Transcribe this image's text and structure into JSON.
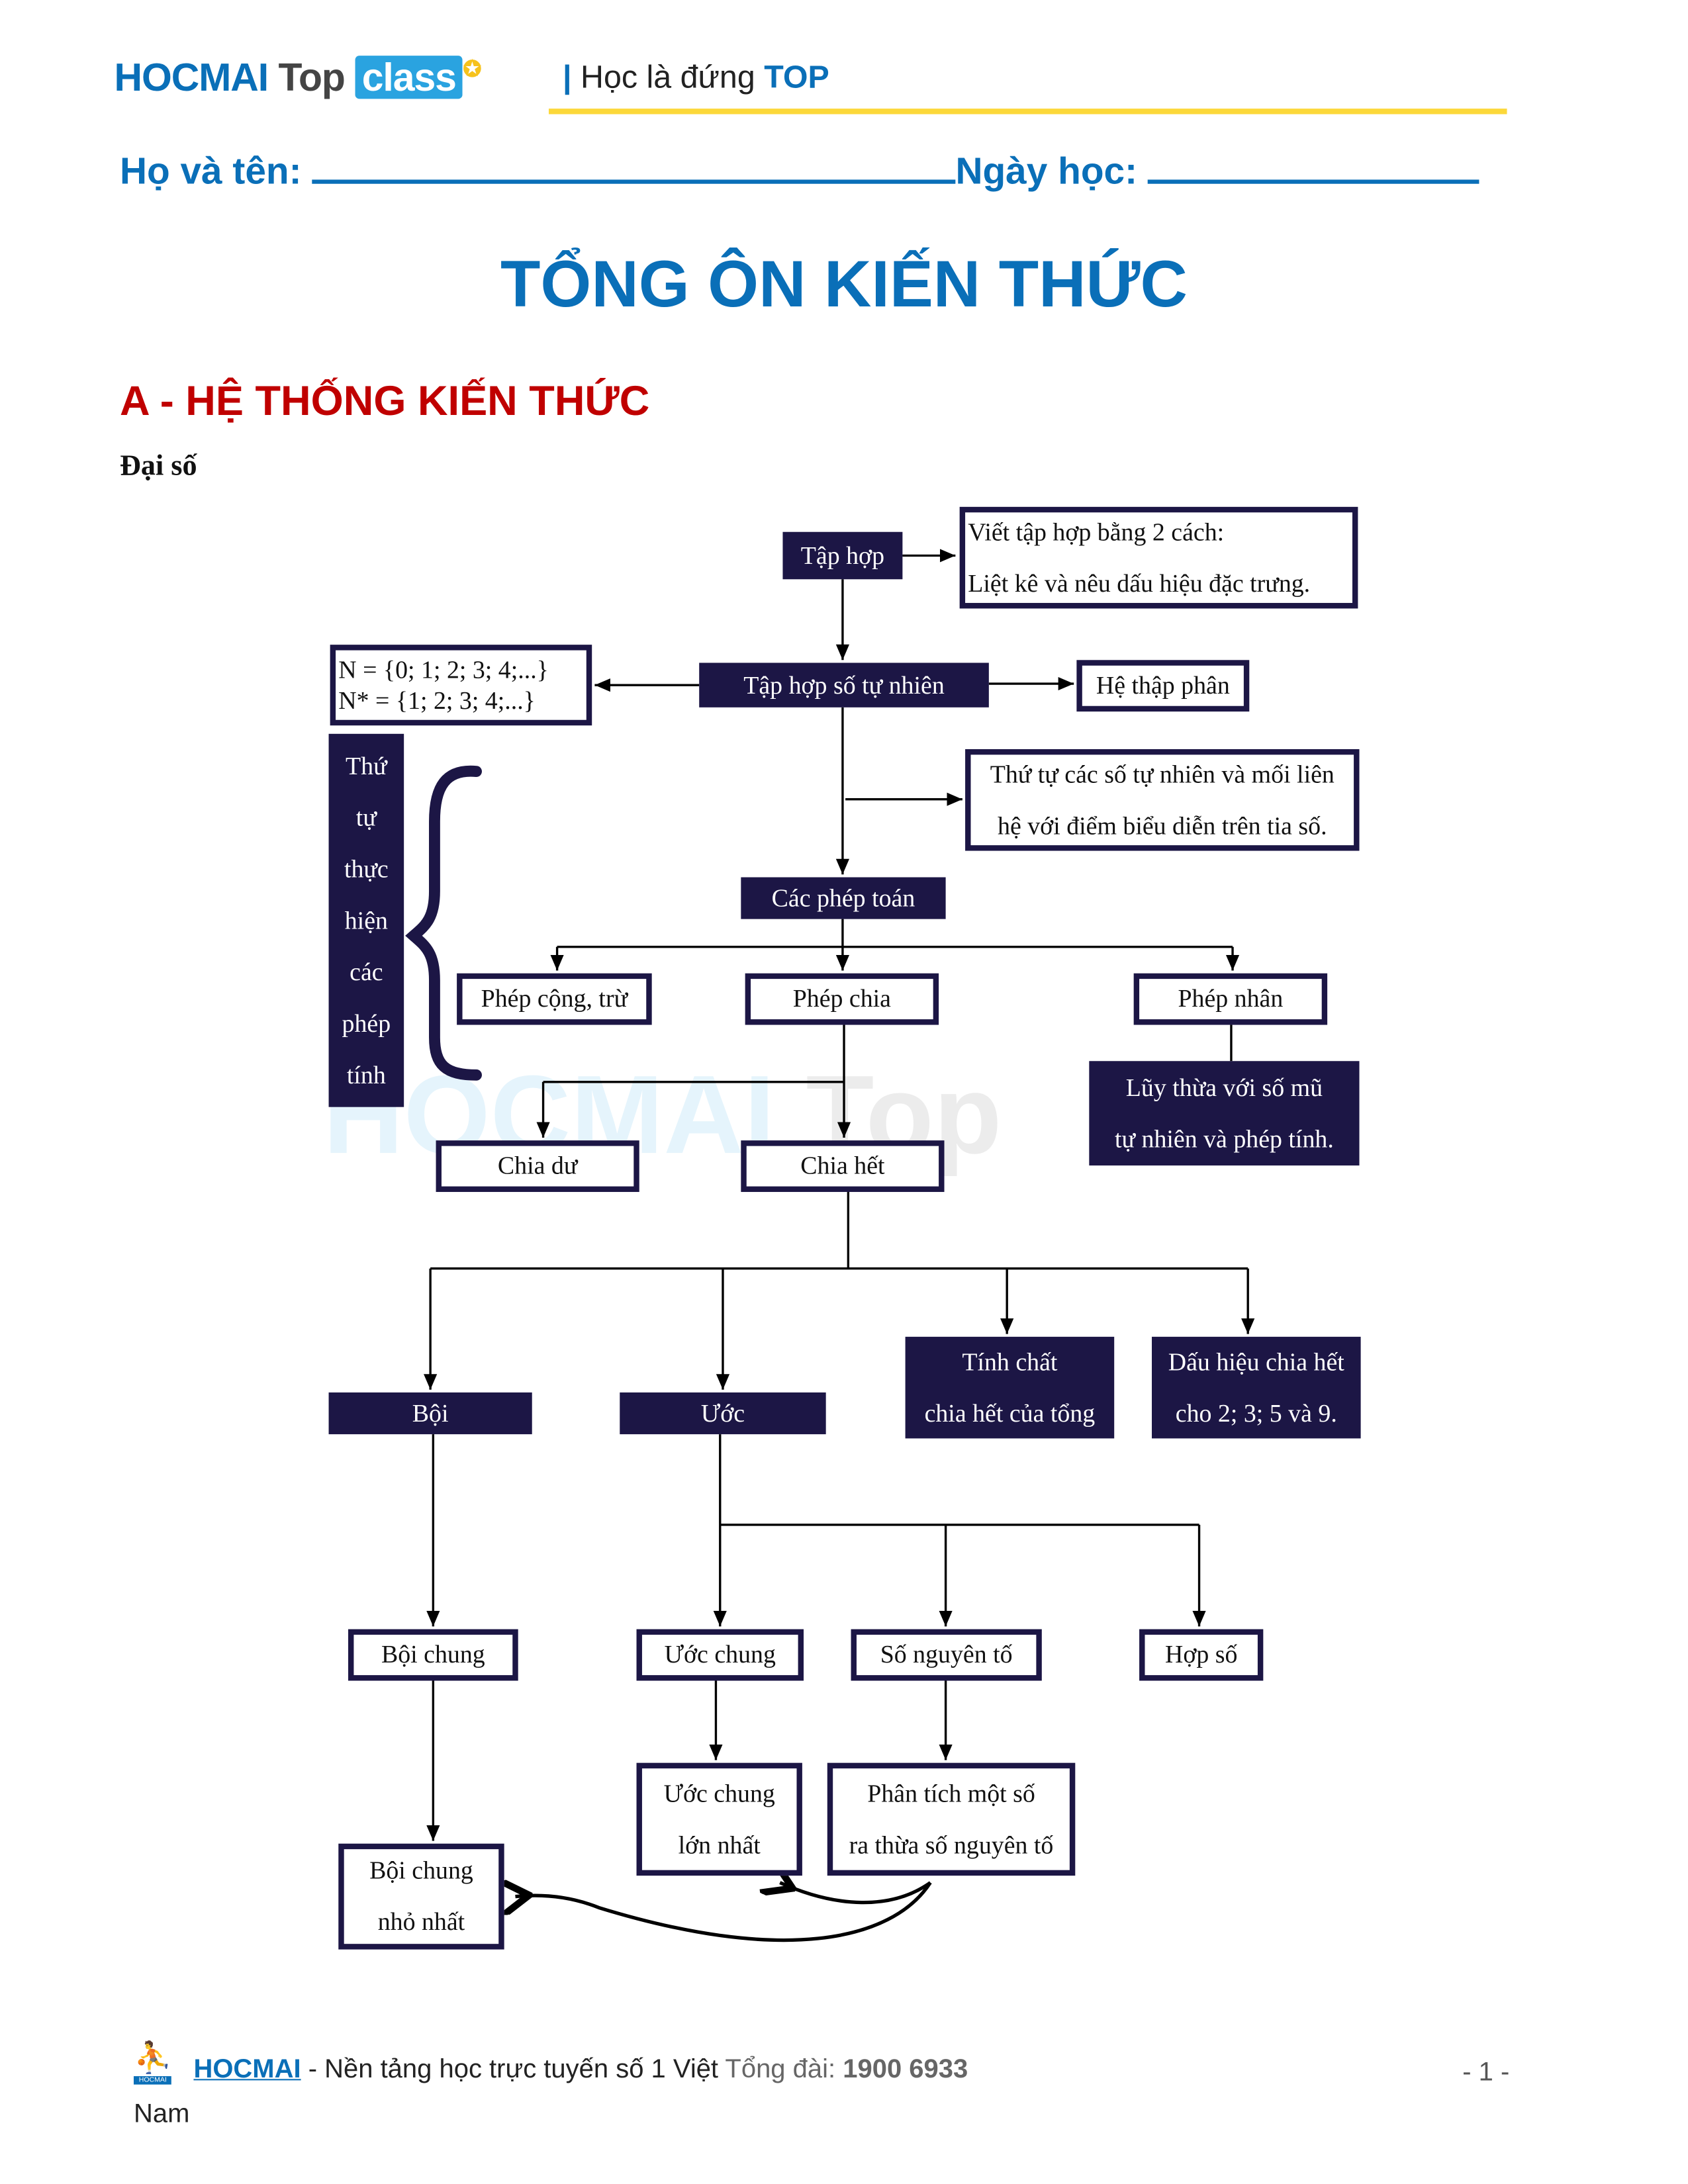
{
  "header": {
    "logo_main": "HOCMAI",
    "logo_top": "Top",
    "logo_class": "class",
    "slogan_prefix": "Học là đứng",
    "slogan_accent": "TOP",
    "slogan_bar": "|"
  },
  "form": {
    "name_label": "Họ và tên:",
    "date_label": "Ngày học:"
  },
  "title": "TỔNG ÔN KIẾN THỨC",
  "section": "A - HỆ THỐNG KIẾN THỨC",
  "subsection": "Đại số",
  "diagram": {
    "tap_hop": "Tập hợp",
    "viet_tap_hop": [
      "Viết tập hợp bằng 2 cách:",
      "Liệt kê và nêu dấu hiệu đặc trưng."
    ],
    "tap_hop_so_tu_nhien": "Tập hợp số tự nhiên",
    "n_sets": [
      "N = {0; 1; 2; 3; 4;...}",
      "N* = {1; 2; 3; 4;...}"
    ],
    "he_thap_phan": "Hệ thập phân",
    "thu_tu": [
      "Thứ tự các số tự nhiên và mối liên",
      "hệ với điểm biểu diễn trên tia số."
    ],
    "thu_tu_thuc_hien": [
      "Thứ",
      "tự",
      "thực",
      "hiện",
      "các",
      "phép",
      "tính"
    ],
    "cac_phep_toan": "Các phép toán",
    "phep_cong_tru": "Phép cộng, trừ",
    "phep_chia": "Phép chia",
    "phep_nhan": "Phép nhân",
    "luy_thua": [
      "Lũy thừa với số mũ",
      "tự nhiên và phép tính."
    ],
    "chia_du": "Chia dư",
    "chia_het": "Chia hết",
    "boi": "Bội",
    "uoc": "Ước",
    "tinh_chat": [
      "Tính chất",
      "chia hết của tổng"
    ],
    "dau_hieu": [
      "Dấu hiệu chia hết",
      "cho 2; 3; 5 và 9."
    ],
    "boi_chung": "Bội chung",
    "uoc_chung": "Ước chung",
    "so_nguyen_to": "Số nguyên tố",
    "hop_so": "Hợp số",
    "ucln": [
      "Ước chung",
      "lớn nhất"
    ],
    "phan_tich": [
      "Phân tích một số",
      "ra thừa số nguyên tố"
    ],
    "bcnn": [
      "Bội chung",
      "nhỏ nhất"
    ]
  },
  "watermark": {
    "a": "HOCMAI",
    "b": "Top"
  },
  "footer": {
    "brand": "HOCMAI",
    "tagline": " - Nền tảng học trực tuyến số 1 Việt",
    "tagline_end": "Nam",
    "hotline_label": "Tổng đài:",
    "hotline": "1900 6933",
    "page": "- 1 -",
    "icon_text": "HOCMAI"
  },
  "colors": {
    "brand_blue": "#0a6fb8",
    "box_dark": "#1c1645",
    "section_red": "#c00000",
    "accent_yellow": "#fcd83a"
  }
}
